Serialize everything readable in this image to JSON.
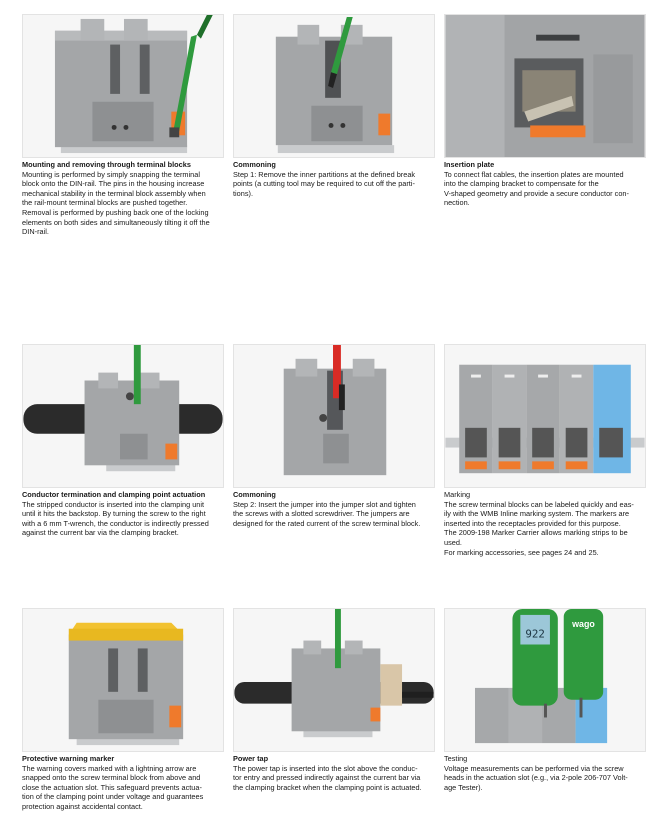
{
  "cards": [
    {
      "title": "Mounting and removing through terminal blocks",
      "lines": [
        "Mounting is performed by simply snapping the terminal",
        "block onto the DIN-rail. The pins in the housing increase",
        "mechanical stability in the terminal block assembly when",
        "the rail-mount terminal blocks are pushed together.",
        "Removal is performed by pushing back one of the locking",
        "elements on both sides and simultaneously tilting it off the",
        "DIN-rail."
      ]
    },
    {
      "title": "Commoning",
      "lines": [
        "Step 1: Remove the inner partitions at the defined break",
        "points (a cutting tool may be required to cut off the parti-",
        "tions)."
      ]
    },
    {
      "title": "Insertion plate",
      "lines": [
        "To connect flat cables, the insertion plates are mounted",
        "into the clamping bracket to compensate for the",
        "V-shaped geometry and provide a secure conductor con-",
        "nection."
      ]
    },
    {
      "title": "Conductor termination and clamping point actuation",
      "lines": [
        "The stripped conductor is inserted into the clamping unit",
        "until it hits the backstop. By turning the screw to the right",
        "with a 6 mm T-wrench, the conductor is indirectly pressed",
        "against the current bar via the clamping bracket."
      ]
    },
    {
      "title": "Commoning",
      "lines": [
        "Step 2: Insert the jumper into the jumper slot and tighten",
        "the screws with a slotted screwdriver. The jumpers are",
        "designed for the rated current of the screw terminal block."
      ]
    },
    {
      "title": "Marking",
      "lines": [
        "The screw terminal blocks can be labeled quickly and eas-",
        "ily with the WMB Inline marking system. The markers are",
        "inserted into the receptacles provided for this purpose.",
        "The 2009-198 Marker Carrier allows marking strips to be",
        "used.",
        "For marking accessories, see pages 24 and 25."
      ]
    },
    {
      "title": "Protective warning marker",
      "lines": [
        "The warning covers marked with a lightning arrow are",
        "snapped onto the screw terminal block from above and",
        "close the actuation slot. This safeguard prevents actua-",
        "tion of the clamping point under voltage and guarantees",
        "protection against accidental contact."
      ]
    },
    {
      "title": "Power tap",
      "lines": [
        "The power tap is inserted into the slot above the conduc-",
        "tor entry and pressed indirectly against the current bar via",
        "the clamping bracket when the clamping point is actuated."
      ]
    },
    {
      "title": "Testing",
      "lines": [
        "Voltage measurements can be performed via the screw",
        "heads in the actuation slot (e.g., via 2-pole 206-707 Volt-",
        "age Tester)."
      ]
    }
  ],
  "tester": {
    "display": "922",
    "brand": "wago"
  },
  "colors": {
    "green": "#2f9a3e",
    "red": "#d92b25",
    "blue": "#6fb6e6",
    "yellow": "#f2c230",
    "orange": "#ef7a2c",
    "gray": "#9a9c9e"
  }
}
